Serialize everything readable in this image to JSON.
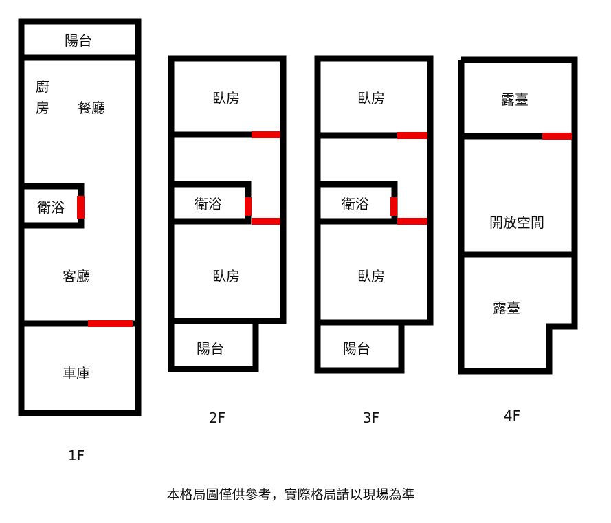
{
  "colors": {
    "wall": "#000000",
    "door": "#ee0000",
    "stair": "#9a9a9a"
  },
  "floors": [
    {
      "label": "1F",
      "rooms": {
        "balcony": "陽台",
        "kitchen_1": "廚",
        "kitchen_2": "房",
        "dining": "餐廳",
        "bath": "衛浴",
        "living": "客廳",
        "garage": "車庫"
      }
    },
    {
      "label": "2F",
      "rooms": {
        "bedroom_top": "臥房",
        "bath": "衛浴",
        "bedroom_bottom": "臥房",
        "balcony": "陽台"
      }
    },
    {
      "label": "3F",
      "rooms": {
        "bedroom_top": "臥房",
        "bath": "衛浴",
        "bedroom_bottom": "臥房",
        "balcony": "陽台"
      }
    },
    {
      "label": "4F",
      "rooms": {
        "terrace_top": "露臺",
        "open_space": "開放空間",
        "terrace_bottom": "露臺"
      }
    }
  ],
  "disclaimer": "本格局圖僅供參考，實際格局請以現場為準"
}
